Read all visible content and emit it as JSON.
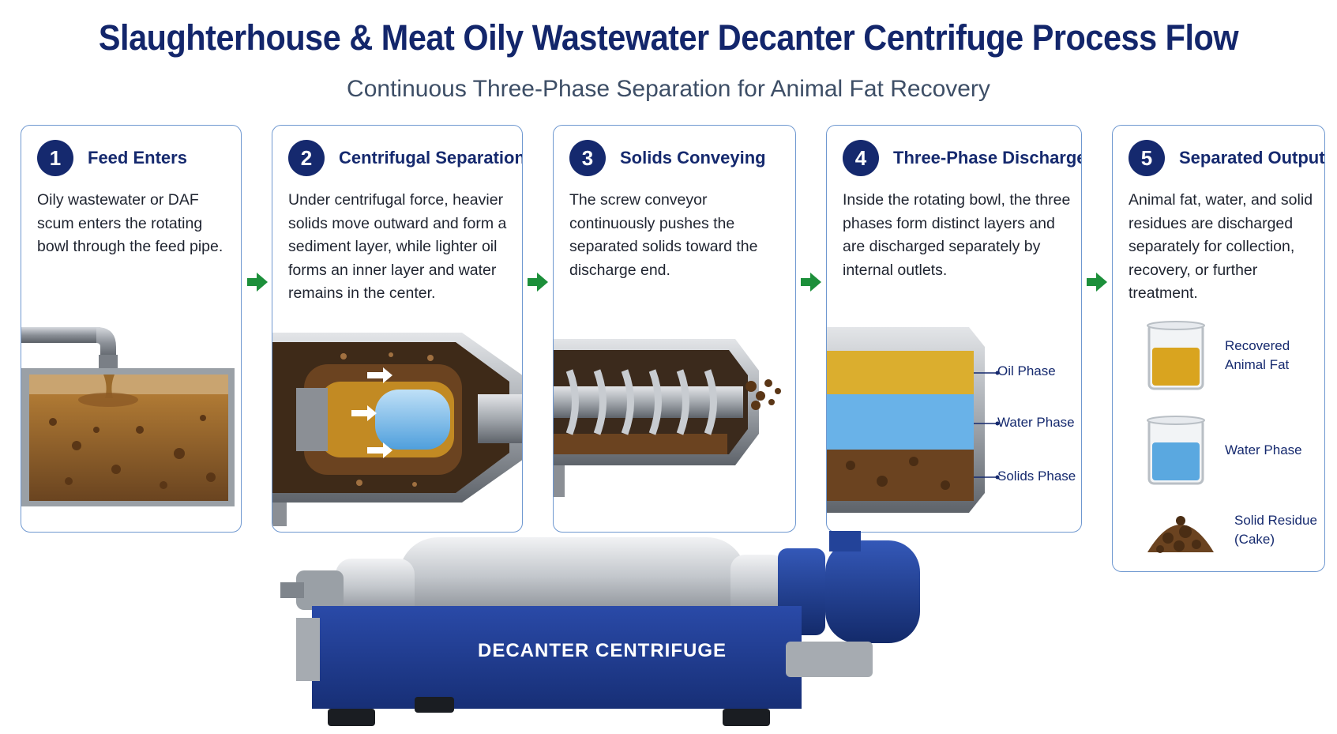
{
  "header": {
    "title": "Slaughterhouse & Meat Oily Wastewater Decanter Centrifuge Process Flow",
    "subtitle": "Continuous Three-Phase Separation for Animal Fat Recovery"
  },
  "steps": [
    {
      "number": "1",
      "title": "Feed Enters",
      "description": "Oily wastewater or DAF scum enters the rotating bowl through the feed pipe."
    },
    {
      "number": "2",
      "title": "Centrifugal Separation",
      "description": "Under centrifugal force, heavier solids move outward and form a sediment layer, while lighter oil forms an inner layer and water remains in the center."
    },
    {
      "number": "3",
      "title": "Solids Conveying",
      "description": "The screw conveyor continuously pushes the separated solids toward the discharge end."
    },
    {
      "number": "4",
      "title": "Three-Phase Discharge",
      "description": "Inside the rotating bowl, the three phases form distinct layers and are discharged separately by internal outlets."
    },
    {
      "number": "5",
      "title": "Separated Outputs",
      "description": "Animal fat, water, and solid residues are discharged separately for collection, recovery, or further treatment."
    }
  ],
  "phase_layers": {
    "oil": "Oil Phase",
    "water": "Water Phase",
    "solids": "Solids Phase"
  },
  "outputs": [
    {
      "label": "Recovered\nAnimal Fat",
      "icon": "fat-beaker-icon"
    },
    {
      "label": "Water Phase",
      "icon": "water-beaker-icon"
    },
    {
      "label": "Solid Residue\n(Cake)",
      "icon": "solid-pile-icon"
    }
  ],
  "machine": {
    "label": "DECANTER CENTRIFUGE"
  },
  "colors": {
    "navy": "#15296e",
    "card_border": "#6f98d0",
    "arrow_green": "#1c8f3a",
    "oil": "#d9a41f",
    "water": "#5aa8e0",
    "solids": "#6b4320",
    "machine_blue": "#1f3d94"
  }
}
